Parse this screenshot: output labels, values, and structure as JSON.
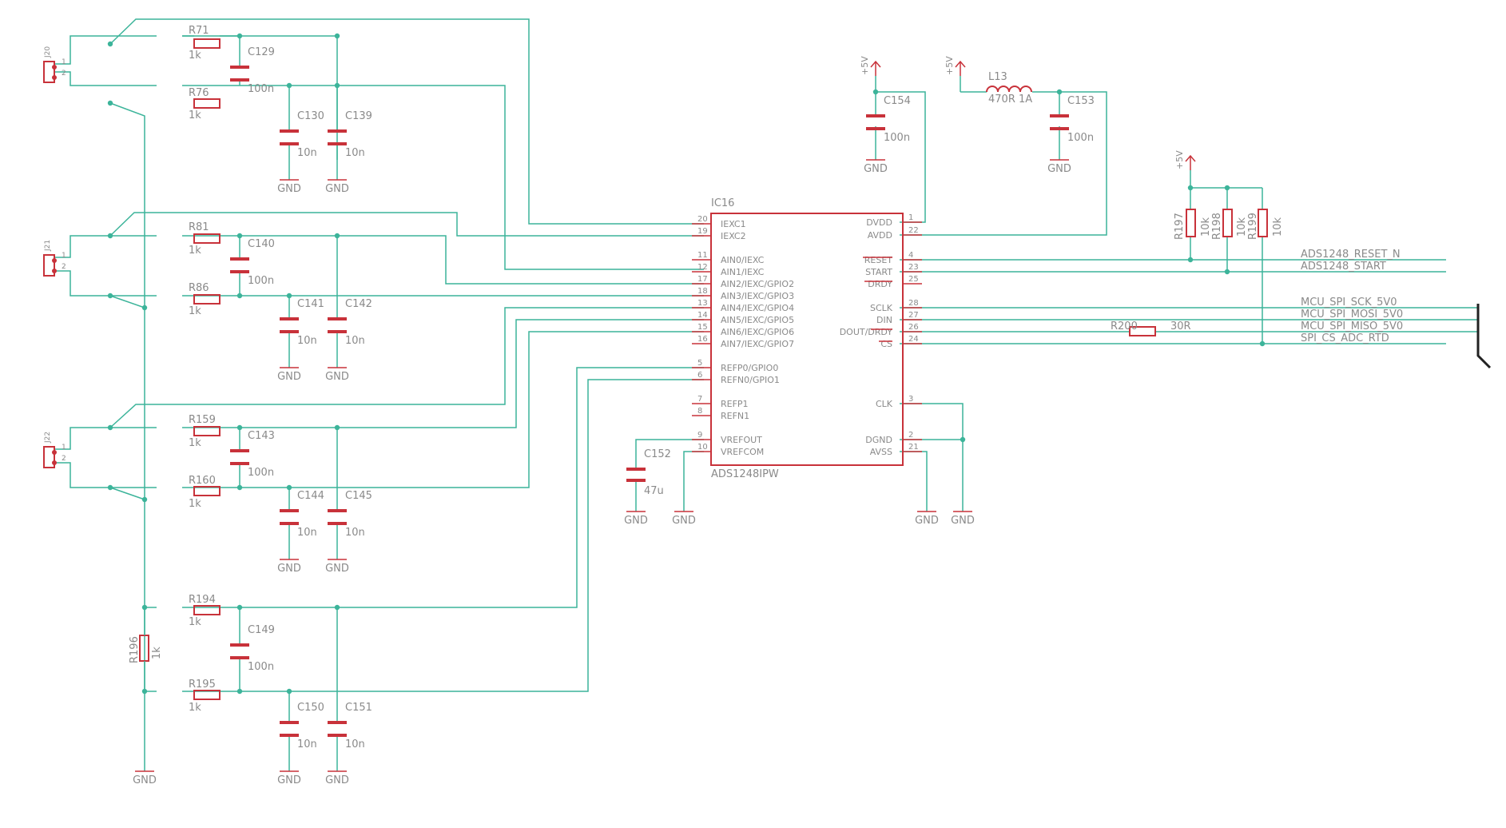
{
  "ic": {
    "name": "IC16",
    "value": "ADS1248IPW",
    "left_pins": [
      {
        "num": "20",
        "label": "IEXC1"
      },
      {
        "num": "19",
        "label": "IEXC2"
      },
      {
        "num": "11",
        "label": "AIN0/IEXC"
      },
      {
        "num": "12",
        "label": "AIN1/IEXC"
      },
      {
        "num": "17",
        "label": "AIN2/IEXC/GPIO2"
      },
      {
        "num": "18",
        "label": "AIN3/IEXC/GPIO3"
      },
      {
        "num": "13",
        "label": "AIN4/IEXC/GPIO4"
      },
      {
        "num": "14",
        "label": "AIN5/IEXC/GPIO5"
      },
      {
        "num": "15",
        "label": "AIN6/IEXC/GPIO6"
      },
      {
        "num": "16",
        "label": "AIN7/IEXC/GPIO7"
      },
      {
        "num": "5",
        "label": "REFP0/GPIO0"
      },
      {
        "num": "6",
        "label": "REFN0/GPIO1"
      },
      {
        "num": "7",
        "label": "REFP1"
      },
      {
        "num": "8",
        "label": "REFN1"
      },
      {
        "num": "9",
        "label": "VREFOUT"
      },
      {
        "num": "10",
        "label": "VREFCOM"
      }
    ],
    "right_pins": [
      {
        "num": "1",
        "label": "DVDD"
      },
      {
        "num": "22",
        "label": "AVDD"
      },
      {
        "num": "4",
        "label": "RESET"
      },
      {
        "num": "23",
        "label": "START"
      },
      {
        "num": "25",
        "label": "DRDY"
      },
      {
        "num": "28",
        "label": "SCLK"
      },
      {
        "num": "27",
        "label": "DIN"
      },
      {
        "num": "26",
        "label": "DOUT/DRDY"
      },
      {
        "num": "24",
        "label": "CS"
      },
      {
        "num": "3",
        "label": "CLK"
      },
      {
        "num": "2",
        "label": "DGND"
      },
      {
        "num": "21",
        "label": "AVSS"
      }
    ]
  },
  "connectors": [
    {
      "name": "J20",
      "pin1": "1",
      "pin2": "2"
    },
    {
      "name": "J21",
      "pin1": "1",
      "pin2": "2"
    },
    {
      "name": "J22",
      "pin1": "1",
      "pin2": "2"
    }
  ],
  "resistors": [
    {
      "name": "R71",
      "value": "1k"
    },
    {
      "name": "R76",
      "value": "1k"
    },
    {
      "name": "R81",
      "value": "1k"
    },
    {
      "name": "R86",
      "value": "1k"
    },
    {
      "name": "R159",
      "value": "1k"
    },
    {
      "name": "R160",
      "value": "1k"
    },
    {
      "name": "R194",
      "value": "1k"
    },
    {
      "name": "R195",
      "value": "1k"
    },
    {
      "name": "R196",
      "value": "1k"
    },
    {
      "name": "R197",
      "value": "10k"
    },
    {
      "name": "R198",
      "value": "10k"
    },
    {
      "name": "R199",
      "value": "10k"
    },
    {
      "name": "R200",
      "value": "30R"
    }
  ],
  "capacitors": [
    {
      "name": "C129",
      "value": "100n"
    },
    {
      "name": "C130",
      "value": "10n"
    },
    {
      "name": "C139",
      "value": "10n"
    },
    {
      "name": "C140",
      "value": "100n"
    },
    {
      "name": "C141",
      "value": "10n"
    },
    {
      "name": "C142",
      "value": "10n"
    },
    {
      "name": "C143",
      "value": "100n"
    },
    {
      "name": "C144",
      "value": "10n"
    },
    {
      "name": "C145",
      "value": "10n"
    },
    {
      "name": "C149",
      "value": "100n"
    },
    {
      "name": "C150",
      "value": "10n"
    },
    {
      "name": "C151",
      "value": "10n"
    },
    {
      "name": "C152",
      "value": "47u"
    },
    {
      "name": "C153",
      "value": "100n"
    },
    {
      "name": "C154",
      "value": "100n"
    }
  ],
  "inductor": {
    "name": "L13",
    "value": "470R 1A"
  },
  "supply": {
    "plus5v": "+5V",
    "gnd": "GND"
  },
  "nets": {
    "reset": "ADS1248_RESET_N",
    "start": "ADS1248_START",
    "sck": "MCU_SPI_SCK_5V0",
    "mosi": "MCU_SPI_MOSI_5V0",
    "miso": "MCU_SPI_MISO_5V0",
    "cs": "SPI_CS_ADC_RTD"
  },
  "colors": {
    "wire": "#3cb49a",
    "part": "#c8323a",
    "text": "#8a8a8a"
  }
}
